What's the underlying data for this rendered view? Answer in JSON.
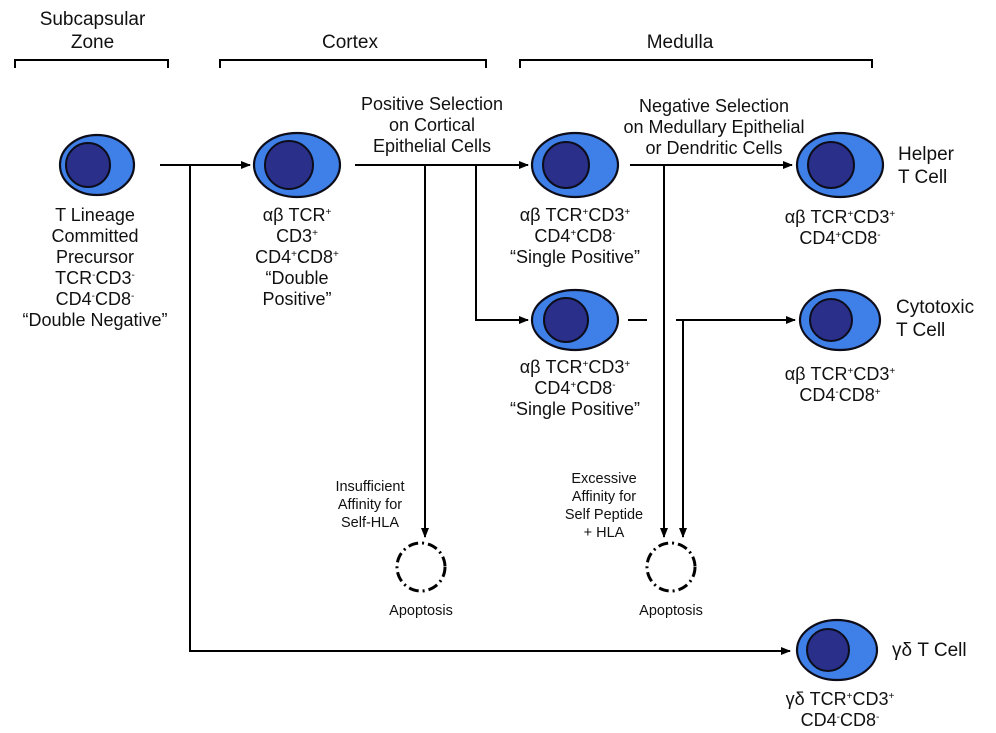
{
  "zones": {
    "subcapsular": [
      "Subcapsular",
      "Zone"
    ],
    "cortex": "Cortex",
    "medulla": "Medulla"
  },
  "steps": {
    "positive_selection": [
      "Positive Selection",
      "on Cortical",
      "Epithelial Cells"
    ],
    "negative_selection": [
      "Negative Selection",
      "on Medullary Epithelial",
      "or Dendritic Cells"
    ]
  },
  "cells": {
    "double_negative": [
      [
        {
          "t": "T Lineage"
        }
      ],
      [
        {
          "t": "Committed"
        }
      ],
      [
        {
          "t": "Precursor"
        }
      ],
      [
        {
          "t": "TCR"
        },
        {
          "s": "-"
        },
        {
          "t": "CD3"
        },
        {
          "s": "-"
        }
      ],
      [
        {
          "t": "CD4"
        },
        {
          "s": "-"
        },
        {
          "t": "CD8"
        },
        {
          "s": "-"
        }
      ],
      [
        {
          "t": "“Double Negative”"
        }
      ]
    ],
    "double_positive": [
      [
        {
          "t": "αβ TCR"
        },
        {
          "s": "+"
        }
      ],
      [
        {
          "t": "CD3"
        },
        {
          "s": "+"
        }
      ],
      [
        {
          "t": "CD4"
        },
        {
          "s": "+"
        },
        {
          "t": "CD8"
        },
        {
          "s": "+"
        }
      ],
      [
        {
          "t": "“Double"
        }
      ],
      [
        {
          "t": "Positive”"
        }
      ]
    ],
    "single_positive_top": [
      [
        {
          "t": "αβ TCR"
        },
        {
          "s": "+"
        },
        {
          "t": "CD3"
        },
        {
          "s": "+"
        }
      ],
      [
        {
          "t": "CD4"
        },
        {
          "s": "+"
        },
        {
          "t": "CD8"
        },
        {
          "s": "-"
        }
      ],
      [
        {
          "t": "“Single Positive”"
        }
      ]
    ],
    "single_positive_bottom": [
      [
        {
          "t": "αβ TCR"
        },
        {
          "s": "+"
        },
        {
          "t": "CD3"
        },
        {
          "s": "+"
        }
      ],
      [
        {
          "t": "CD4"
        },
        {
          "s": "+"
        },
        {
          "t": "CD8"
        },
        {
          "s": "-"
        }
      ],
      [
        {
          "t": "“Single Positive”"
        }
      ]
    ],
    "helper": [
      [
        {
          "t": "αβ TCR"
        },
        {
          "s": "+"
        },
        {
          "t": "CD3"
        },
        {
          "s": "+"
        }
      ],
      [
        {
          "t": "CD4"
        },
        {
          "s": "+"
        },
        {
          "t": "CD8"
        },
        {
          "s": "-"
        }
      ]
    ],
    "cytotoxic": [
      [
        {
          "t": "αβ TCR"
        },
        {
          "s": "+"
        },
        {
          "t": "CD3"
        },
        {
          "s": "+"
        }
      ],
      [
        {
          "t": "CD4"
        },
        {
          "s": "-"
        },
        {
          "t": "CD8"
        },
        {
          "s": "+"
        }
      ]
    ],
    "gamma_delta": [
      [
        {
          "t": "γδ TCR"
        },
        {
          "s": "+"
        },
        {
          "t": "CD3"
        },
        {
          "s": "+"
        }
      ],
      [
        {
          "t": "CD4"
        },
        {
          "s": "-"
        },
        {
          "t": "CD8"
        },
        {
          "s": "-"
        }
      ]
    ]
  },
  "fates": {
    "helper": [
      "Helper",
      "T Cell"
    ],
    "cytotoxic": [
      "Cytotoxic",
      "T Cell"
    ],
    "gamma_delta": "γδ T Cell"
  },
  "apoptosis": {
    "insufficient_reason": [
      "Insufficient",
      "Affinity for",
      "Self-HLA"
    ],
    "excessive_reason": [
      "Excessive",
      "Affinity for",
      "Self Peptide",
      "+ HLA"
    ],
    "label": "Apoptosis"
  },
  "colors": {
    "cell_outer": "#3f7fe8",
    "cell_inner": "#2a2f8a",
    "stroke": "#0d0d1a"
  }
}
